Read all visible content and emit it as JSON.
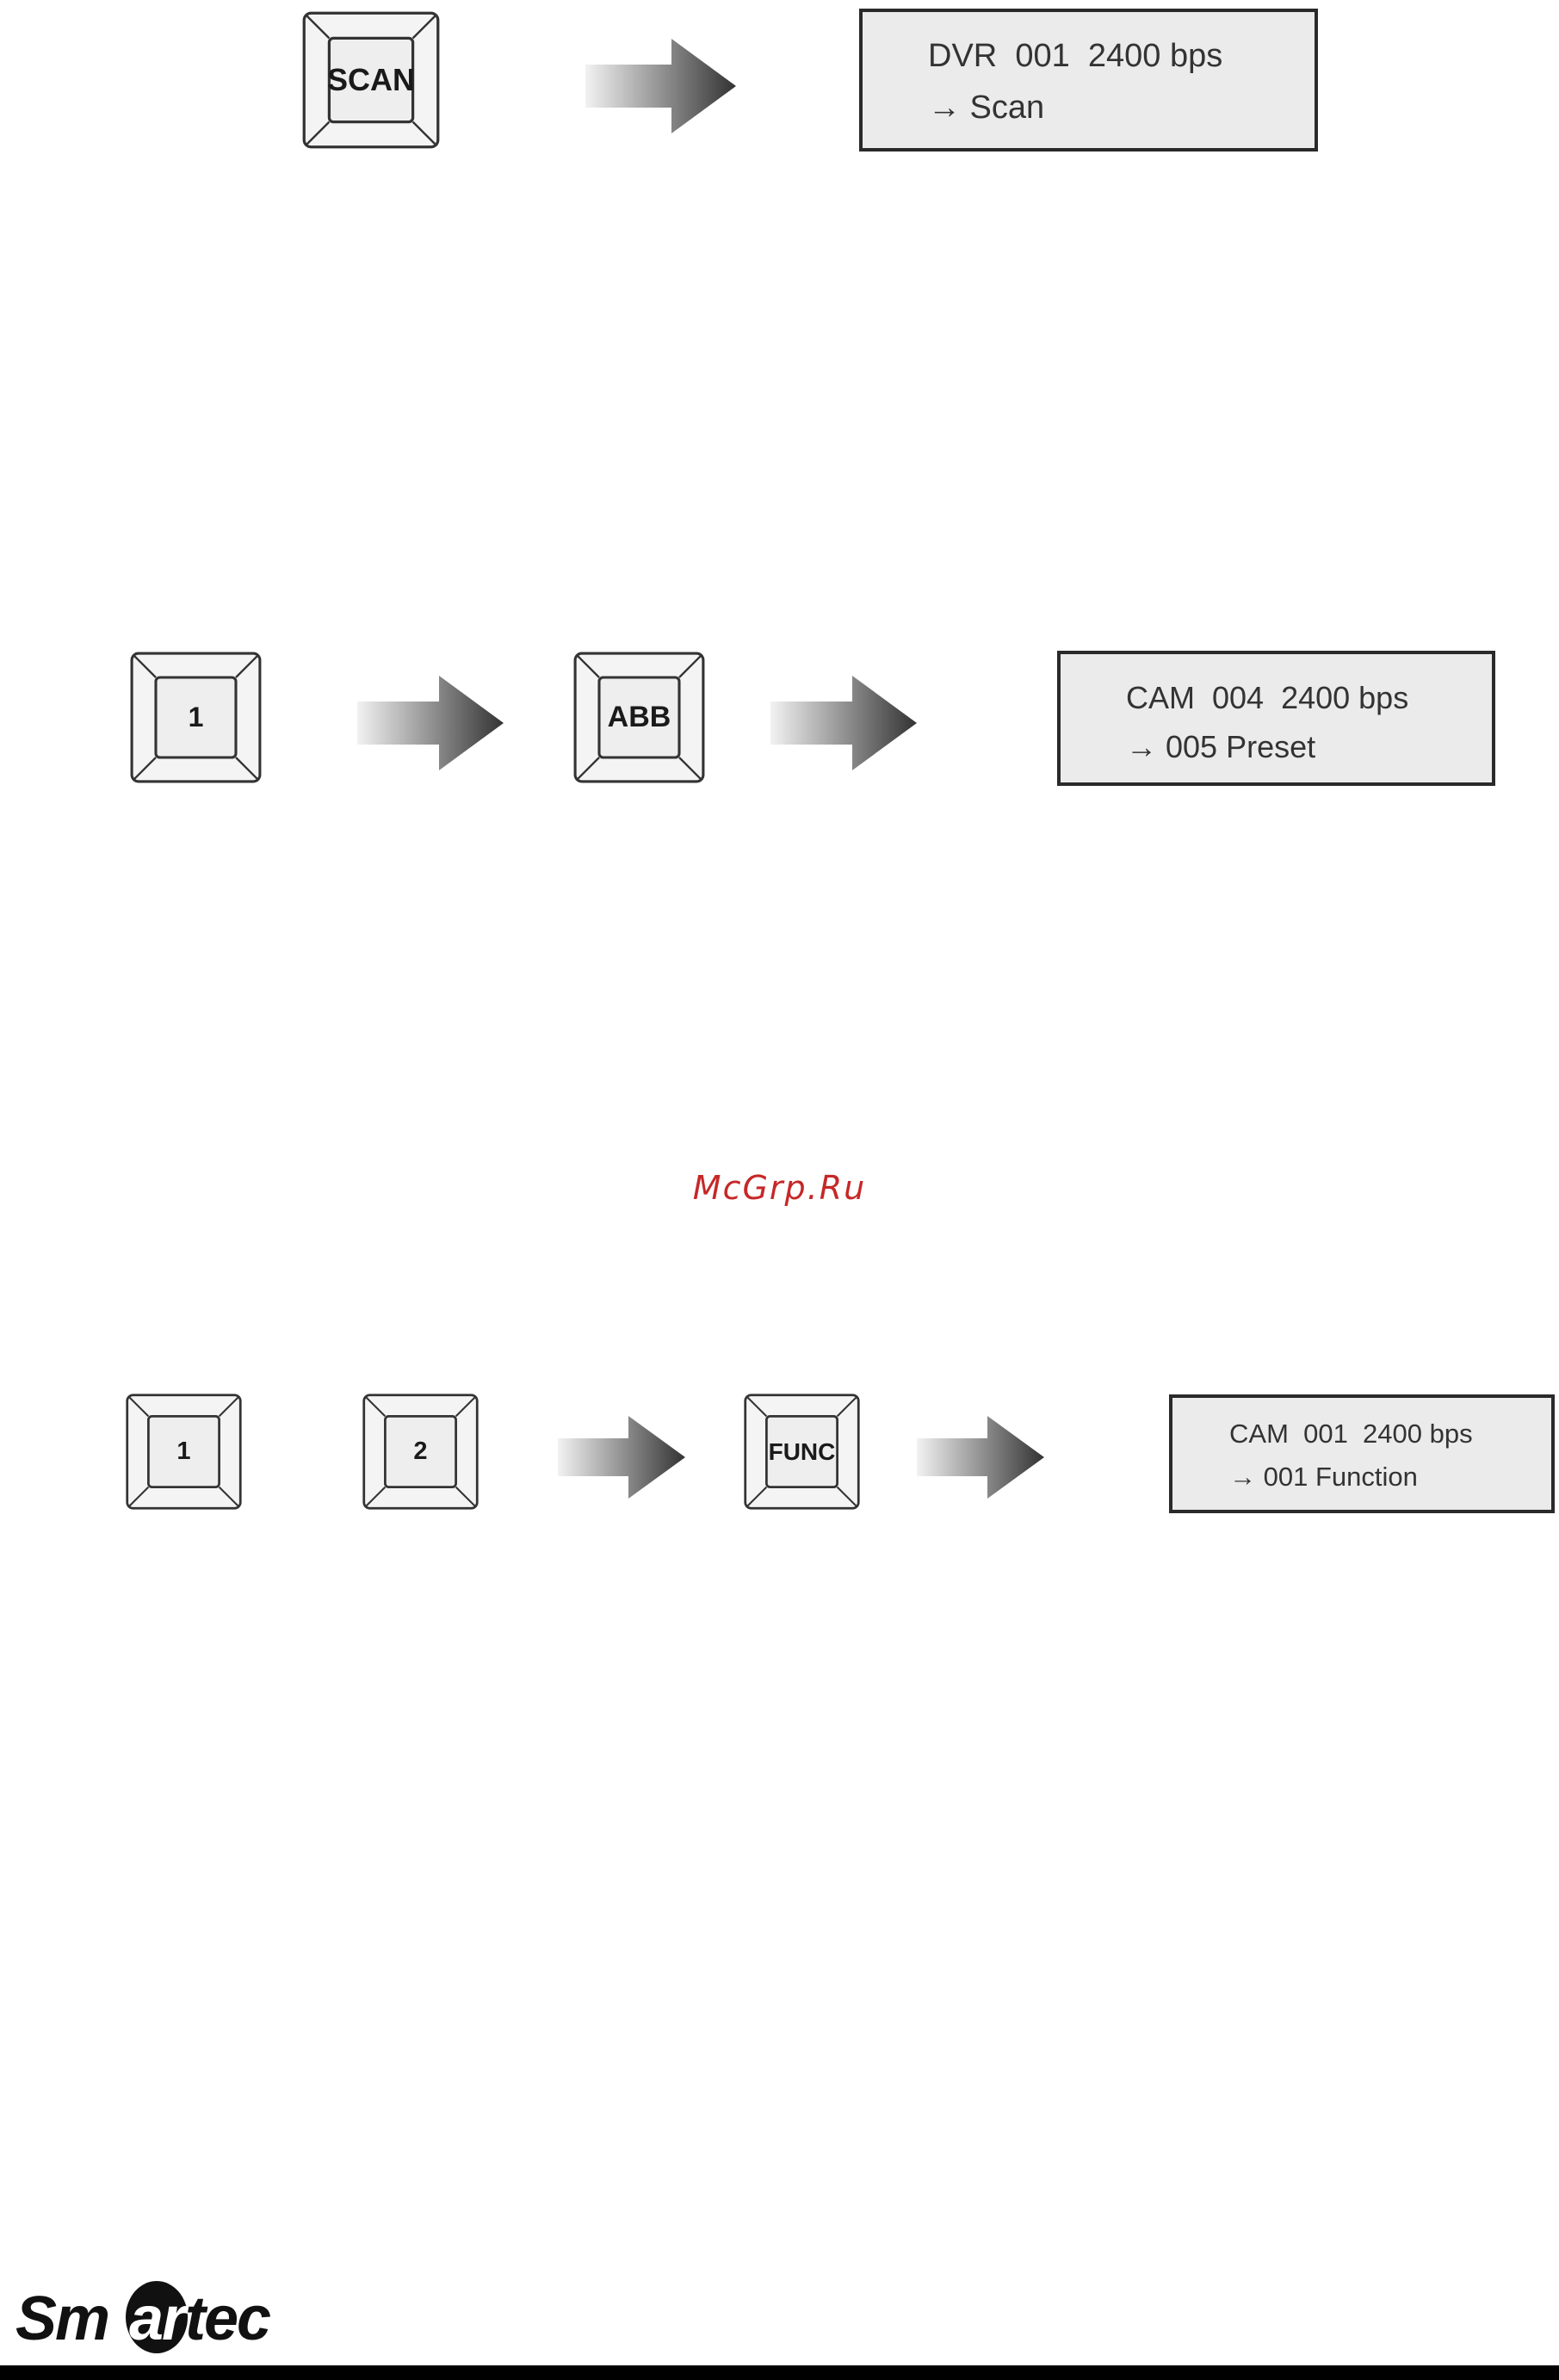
{
  "diagram1": {
    "keys": [
      "SCAN"
    ],
    "display": {
      "line1": "DVR  001  2400 bps",
      "line2": "→ Scan"
    }
  },
  "diagram2": {
    "keys": [
      "1",
      "ABB"
    ],
    "display": {
      "line1": "CAM  004  2400 bps",
      "line2": "→ 005 Preset"
    }
  },
  "diagram3": {
    "keys": [
      "1",
      "2",
      "FUNC"
    ],
    "display": {
      "line1": "CAM  001  2400 bps",
      "line2": "→ 001 Function"
    }
  },
  "watermark": "McGrp.Ru",
  "logo": {
    "text": "Smartec"
  },
  "colors": {
    "arrow_start": "#f2f2f2",
    "arrow_end": "#333333",
    "lcd_background": "#ebebeb",
    "watermark": "#c62828",
    "footer_bar": "#000000"
  }
}
